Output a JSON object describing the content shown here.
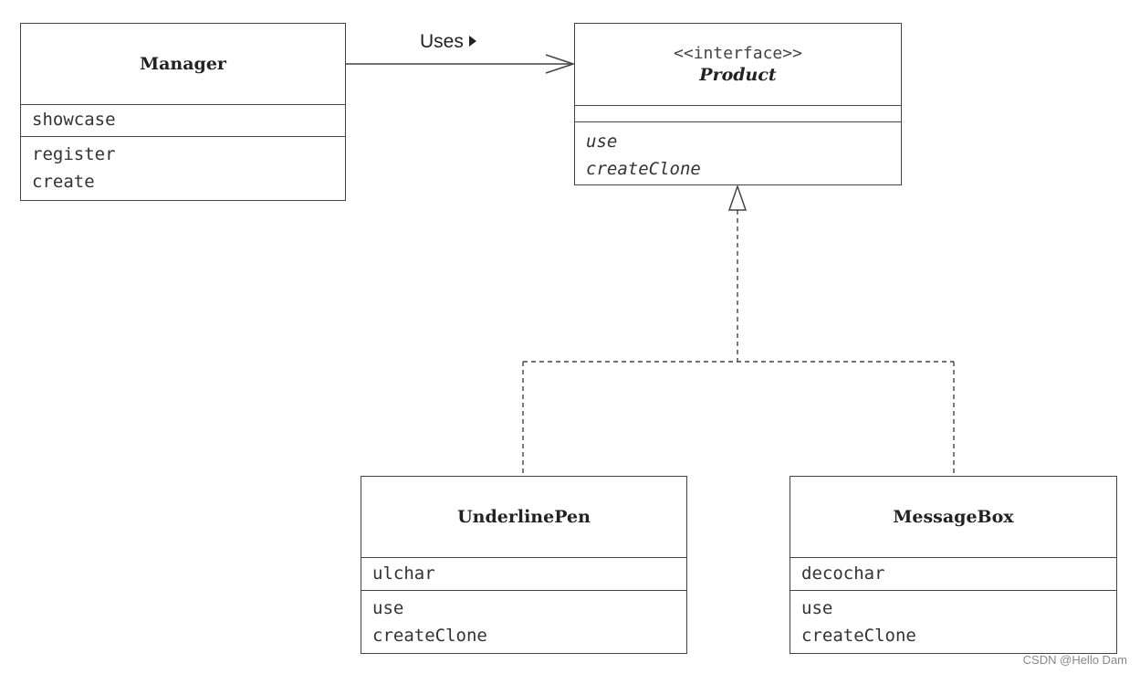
{
  "manager": {
    "name": "Manager",
    "attributes": [
      "showcase"
    ],
    "operations": [
      "register",
      "create"
    ]
  },
  "product": {
    "stereotype": "<<interface>>",
    "name": "Product",
    "operations": [
      "use",
      "createClone"
    ]
  },
  "underline_pen": {
    "name": "UnderlinePen",
    "attributes": [
      "ulchar"
    ],
    "operations": [
      "use",
      "createClone"
    ]
  },
  "message_box": {
    "name": "MessageBox",
    "attributes": [
      "decochar"
    ],
    "operations": [
      "use",
      "createClone"
    ]
  },
  "association": {
    "label": "Uses"
  },
  "watermark": "CSDN @Hello Dam"
}
